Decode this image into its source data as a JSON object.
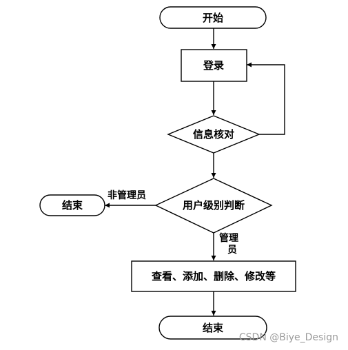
{
  "nodes": {
    "start": "开始",
    "login": "登录",
    "verify": "信息核对",
    "judge": "用户级别判断",
    "end_left": "结束",
    "actions": "查看、添加、删除、修改等",
    "end_bottom": "结束"
  },
  "edges": {
    "non_admin": "非管理员",
    "admin_line1": "管理",
    "admin_line2": "员"
  },
  "watermark": "CSDN @Biye_Design"
}
